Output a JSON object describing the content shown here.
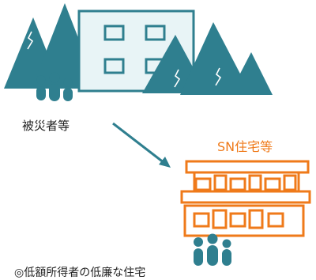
{
  "colors": {
    "teal": "#2f7f8f",
    "orange": "#ef7a1a",
    "building_fill": "#e8f4f6"
  },
  "icons": [
    "mountain-icon",
    "building-icon",
    "people-icon",
    "arrow-icon",
    "apartment-icon"
  ],
  "labels": {
    "victims": "被災者等",
    "sn_housing": "SN住宅等",
    "bottom_note": "◎低額所得者の低廉な住宅"
  }
}
